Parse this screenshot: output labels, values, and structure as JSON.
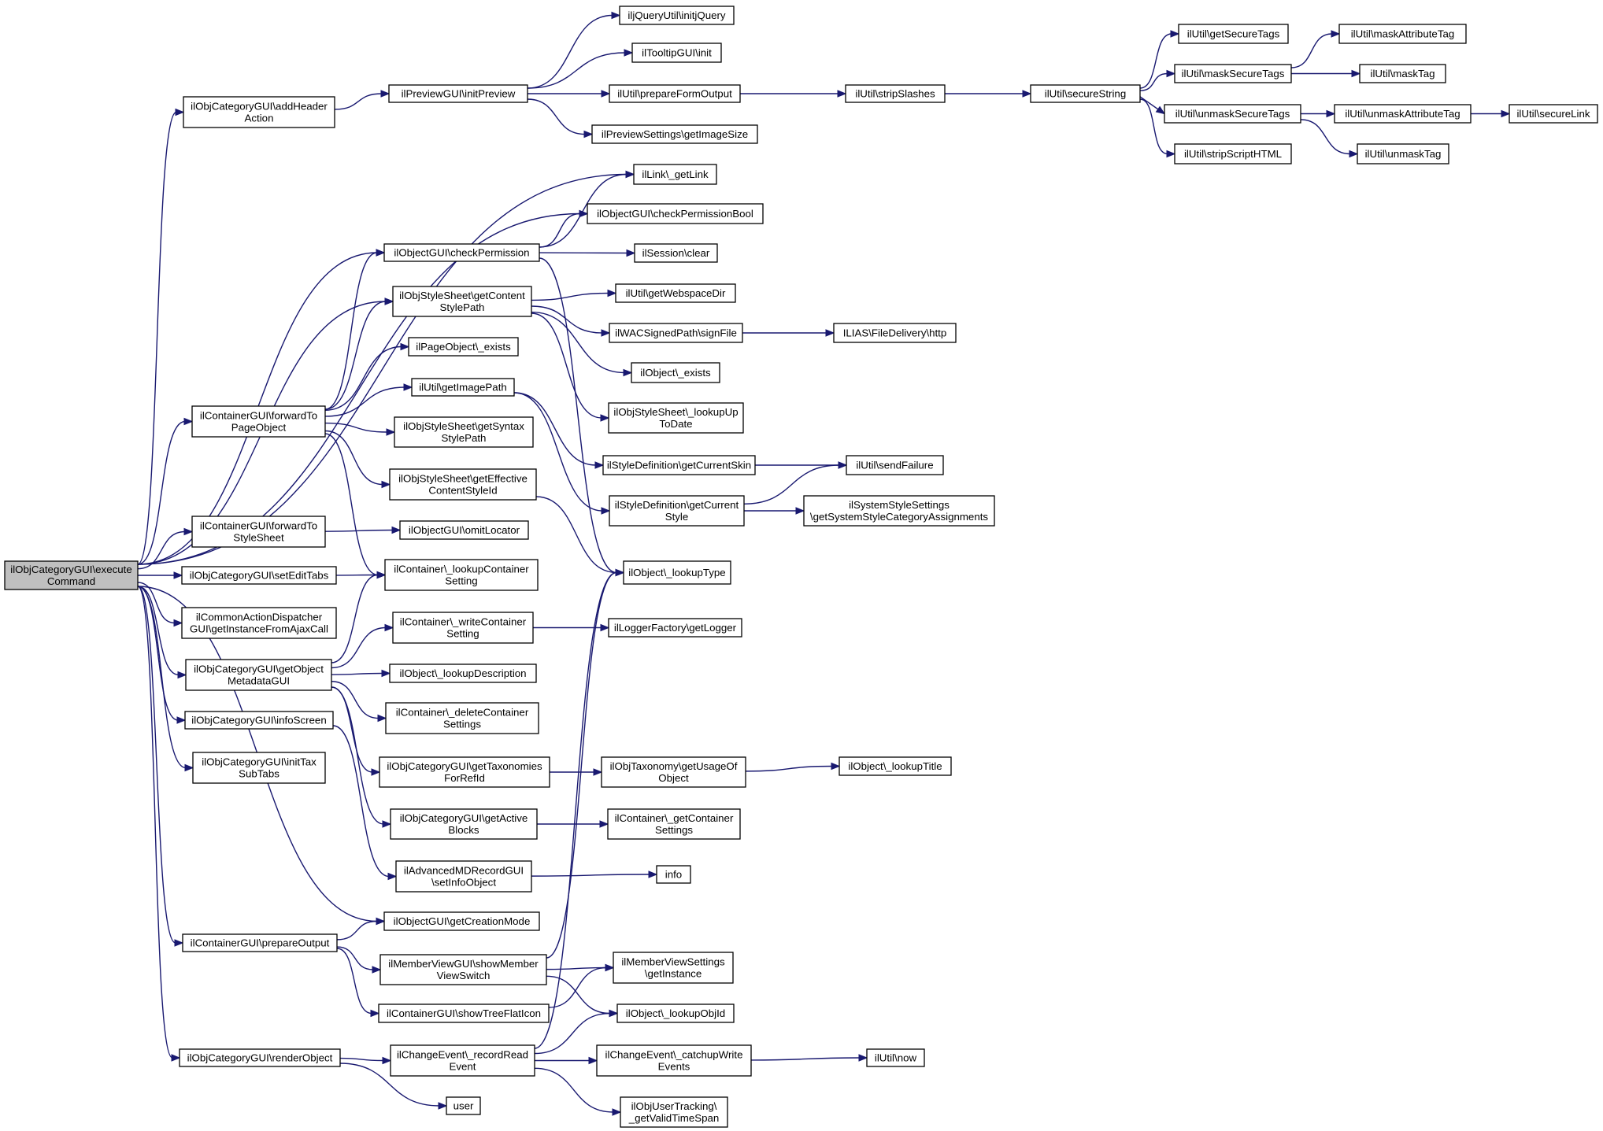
{
  "nodes": [
    {
      "id": "root",
      "lines": [
        "ilObjCategoryGUI\\execute",
        "Command"
      ],
      "root": true
    },
    {
      "id": "addHeaderAction",
      "lines": [
        "ilObjCategoryGUI\\addHeader",
        "Action"
      ]
    },
    {
      "id": "fwdPage",
      "lines": [
        "ilContainerGUI\\forwardTo",
        "PageObject"
      ]
    },
    {
      "id": "fwdStyle",
      "lines": [
        "ilContainerGUI\\forwardTo",
        "StyleSheet"
      ]
    },
    {
      "id": "setEditTabs",
      "lines": [
        "ilObjCategoryGUI\\setEditTabs"
      ]
    },
    {
      "id": "commonAction",
      "lines": [
        "ilCommonActionDispatcher",
        "GUI\\getInstanceFromAjaxCall"
      ]
    },
    {
      "id": "getObjMeta",
      "lines": [
        "ilObjCategoryGUI\\getObject",
        "MetadataGUI"
      ]
    },
    {
      "id": "infoScreen",
      "lines": [
        "ilObjCategoryGUI\\infoScreen"
      ]
    },
    {
      "id": "initTax",
      "lines": [
        "ilObjCategoryGUI\\initTax",
        "SubTabs"
      ]
    },
    {
      "id": "prepareOutput",
      "lines": [
        "ilContainerGUI\\prepareOutput"
      ]
    },
    {
      "id": "renderObject",
      "lines": [
        "ilObjCategoryGUI\\renderObject"
      ]
    },
    {
      "id": "initPreview",
      "lines": [
        "ilPreviewGUI\\initPreview"
      ]
    },
    {
      "id": "checkPermission",
      "lines": [
        "ilObjectGUI\\checkPermission"
      ]
    },
    {
      "id": "getContentStylePath",
      "lines": [
        "ilObjStyleSheet\\getContent",
        "StylePath"
      ]
    },
    {
      "id": "pageExists",
      "lines": [
        "ilPageObject\\_exists"
      ]
    },
    {
      "id": "getImagePath",
      "lines": [
        "ilUtil\\getImagePath"
      ]
    },
    {
      "id": "getSyntax",
      "lines": [
        "ilObjStyleSheet\\getSyntax",
        "StylePath"
      ]
    },
    {
      "id": "getEffective",
      "lines": [
        "ilObjStyleSheet\\getEffective",
        "ContentStyleId"
      ]
    },
    {
      "id": "omitLocator",
      "lines": [
        "ilObjectGUI\\omitLocator"
      ]
    },
    {
      "id": "lookupContainerSetting",
      "lines": [
        "ilContainer\\_lookupContainer",
        "Setting"
      ]
    },
    {
      "id": "writeContainerSetting",
      "lines": [
        "ilContainer\\_writeContainer",
        "Setting"
      ]
    },
    {
      "id": "lookupDescription",
      "lines": [
        "ilObject\\_lookupDescription"
      ]
    },
    {
      "id": "deleteContainerSettings",
      "lines": [
        "ilContainer\\_deleteContainer",
        "Settings"
      ]
    },
    {
      "id": "getTaxonomies",
      "lines": [
        "ilObjCategoryGUI\\getTaxonomies",
        "ForRefId"
      ]
    },
    {
      "id": "getActiveBlocks",
      "lines": [
        "ilObjCategoryGUI\\getActive",
        "Blocks"
      ]
    },
    {
      "id": "advMD",
      "lines": [
        "ilAdvancedMDRecordGUI",
        "\\setInfoObject"
      ]
    },
    {
      "id": "getCreationMode",
      "lines": [
        "ilObjectGUI\\getCreationMode"
      ]
    },
    {
      "id": "showMemberView",
      "lines": [
        "ilMemberViewGUI\\showMember",
        "ViewSwitch"
      ]
    },
    {
      "id": "showTreeFlat",
      "lines": [
        "ilContainerGUI\\showTreeFlatIcon"
      ]
    },
    {
      "id": "recordRead",
      "lines": [
        "ilChangeEvent\\_recordRead",
        "Event"
      ]
    },
    {
      "id": "user",
      "lines": [
        "user"
      ]
    },
    {
      "id": "initjQuery",
      "lines": [
        "iljQueryUtil\\initjQuery"
      ]
    },
    {
      "id": "tooltipInit",
      "lines": [
        "ilTooltipGUI\\init"
      ]
    },
    {
      "id": "prepareFormOutput",
      "lines": [
        "ilUtil\\prepareFormOutput"
      ]
    },
    {
      "id": "getImageSize",
      "lines": [
        "ilPreviewSettings\\getImageSize"
      ]
    },
    {
      "id": "getLink",
      "lines": [
        "ilLink\\_getLink"
      ]
    },
    {
      "id": "checkPermissionBool",
      "lines": [
        "ilObjectGUI\\checkPermissionBool"
      ]
    },
    {
      "id": "sessionClear",
      "lines": [
        "ilSession\\clear"
      ]
    },
    {
      "id": "getWebspaceDir",
      "lines": [
        "ilUtil\\getWebspaceDir"
      ]
    },
    {
      "id": "signFile",
      "lines": [
        "ilWACSignedPath\\signFile"
      ]
    },
    {
      "id": "objectExists",
      "lines": [
        "ilObject\\_exists"
      ]
    },
    {
      "id": "lookupUpToDate",
      "lines": [
        "ilObjStyleSheet\\_lookupUp",
        "ToDate"
      ]
    },
    {
      "id": "getCurrentSkin",
      "lines": [
        "ilStyleDefinition\\getCurrentSkin"
      ]
    },
    {
      "id": "getCurrentStyle",
      "lines": [
        "ilStyleDefinition\\getCurrent",
        "Style"
      ]
    },
    {
      "id": "lookupType",
      "lines": [
        "ilObject\\_lookupType"
      ]
    },
    {
      "id": "getLogger",
      "lines": [
        "ilLoggerFactory\\getLogger"
      ]
    },
    {
      "id": "getUsageOf",
      "lines": [
        "ilObjTaxonomy\\getUsageOf",
        "Object"
      ]
    },
    {
      "id": "getContainerSettings",
      "lines": [
        "ilContainer\\_getContainer",
        "Settings"
      ]
    },
    {
      "id": "info",
      "lines": [
        "info"
      ]
    },
    {
      "id": "mvsGetInstance",
      "lines": [
        "ilMemberViewSettings",
        "\\getInstance"
      ]
    },
    {
      "id": "lookupObjId",
      "lines": [
        "ilObject\\_lookupObjId"
      ]
    },
    {
      "id": "catchupWrite",
      "lines": [
        "ilChangeEvent\\_catchupWrite",
        "Events"
      ]
    },
    {
      "id": "validTimeSpan",
      "lines": [
        "ilObjUserTracking\\",
        "_getValidTimeSpan"
      ]
    },
    {
      "id": "stripSlashes",
      "lines": [
        "ilUtil\\stripSlashes"
      ]
    },
    {
      "id": "httpDelivery",
      "lines": [
        "ILIAS\\FileDelivery\\http"
      ]
    },
    {
      "id": "sendFailure",
      "lines": [
        "ilUtil\\sendFailure"
      ]
    },
    {
      "id": "sysStyleSettings",
      "lines": [
        "ilSystemStyleSettings",
        "\\getSystemStyleCategoryAssignments"
      ]
    },
    {
      "id": "lookupTitle",
      "lines": [
        "ilObject\\_lookupTitle"
      ]
    },
    {
      "id": "utilNow",
      "lines": [
        "ilUtil\\now"
      ]
    },
    {
      "id": "secureString",
      "lines": [
        "ilUtil\\secureString"
      ]
    },
    {
      "id": "getSecureTags",
      "lines": [
        "ilUtil\\getSecureTags"
      ]
    },
    {
      "id": "maskSecureTags",
      "lines": [
        "ilUtil\\maskSecureTags"
      ]
    },
    {
      "id": "unmaskSecureTags",
      "lines": [
        "ilUtil\\unmaskSecureTags"
      ]
    },
    {
      "id": "stripScriptHTML",
      "lines": [
        "ilUtil\\stripScriptHTML"
      ]
    },
    {
      "id": "maskAttributeTag",
      "lines": [
        "ilUtil\\maskAttributeTag"
      ]
    },
    {
      "id": "maskTag",
      "lines": [
        "ilUtil\\maskTag"
      ]
    },
    {
      "id": "unmaskAttributeTag",
      "lines": [
        "ilUtil\\unmaskAttributeTag"
      ]
    },
    {
      "id": "unmaskTag",
      "lines": [
        "ilUtil\\unmaskTag"
      ]
    },
    {
      "id": "secureLink",
      "lines": [
        "ilUtil\\secureLink"
      ]
    }
  ],
  "edges": [
    [
      "root",
      "addHeaderAction"
    ],
    [
      "root",
      "getLink"
    ],
    [
      "root",
      "checkPermissionBool"
    ],
    [
      "root",
      "checkPermission"
    ],
    [
      "root",
      "getContentStylePath"
    ],
    [
      "root",
      "fwdPage"
    ],
    [
      "root",
      "fwdStyle"
    ],
    [
      "root",
      "setEditTabs"
    ],
    [
      "root",
      "commonAction"
    ],
    [
      "root",
      "getObjMeta"
    ],
    [
      "root",
      "infoScreen"
    ],
    [
      "root",
      "initTax"
    ],
    [
      "root",
      "getCreationMode"
    ],
    [
      "root",
      "prepareOutput"
    ],
    [
      "root",
      "renderObject"
    ],
    [
      "addHeaderAction",
      "initPreview"
    ],
    [
      "initPreview",
      "initjQuery"
    ],
    [
      "initPreview",
      "tooltipInit"
    ],
    [
      "initPreview",
      "prepareFormOutput"
    ],
    [
      "initPreview",
      "getImageSize"
    ],
    [
      "prepareFormOutput",
      "stripSlashes"
    ],
    [
      "stripSlashes",
      "secureString"
    ],
    [
      "secureString",
      "getSecureTags"
    ],
    [
      "secureString",
      "maskSecureTags"
    ],
    [
      "secureString",
      "unmaskSecureTags"
    ],
    [
      "secureString",
      "stripScriptHTML"
    ],
    [
      "maskSecureTags",
      "maskAttributeTag"
    ],
    [
      "maskSecureTags",
      "maskTag"
    ],
    [
      "unmaskSecureTags",
      "unmaskAttributeTag"
    ],
    [
      "unmaskSecureTags",
      "unmaskTag"
    ],
    [
      "unmaskAttributeTag",
      "secureLink"
    ],
    [
      "checkPermission",
      "getLink"
    ],
    [
      "checkPermission",
      "checkPermissionBool"
    ],
    [
      "checkPermission",
      "sessionClear"
    ],
    [
      "checkPermission",
      "lookupType"
    ],
    [
      "fwdPage",
      "checkPermission"
    ],
    [
      "fwdPage",
      "getContentStylePath"
    ],
    [
      "fwdPage",
      "pageExists"
    ],
    [
      "fwdPage",
      "getImagePath"
    ],
    [
      "fwdPage",
      "getSyntax"
    ],
    [
      "fwdPage",
      "getEffective"
    ],
    [
      "fwdPage",
      "lookupContainerSetting"
    ],
    [
      "getContentStylePath",
      "getWebspaceDir"
    ],
    [
      "getContentStylePath",
      "signFile"
    ],
    [
      "getContentStylePath",
      "objectExists"
    ],
    [
      "getContentStylePath",
      "lookupUpToDate"
    ],
    [
      "signFile",
      "httpDelivery"
    ],
    [
      "getImagePath",
      "getCurrentSkin"
    ],
    [
      "getImagePath",
      "getCurrentStyle"
    ],
    [
      "getCurrentSkin",
      "sendFailure"
    ],
    [
      "getCurrentStyle",
      "sendFailure"
    ],
    [
      "getCurrentStyle",
      "sysStyleSettings"
    ],
    [
      "getEffective",
      "lookupType"
    ],
    [
      "fwdStyle",
      "omitLocator"
    ],
    [
      "setEditTabs",
      "lookupContainerSetting"
    ],
    [
      "getObjMeta",
      "lookupContainerSetting"
    ],
    [
      "getObjMeta",
      "writeContainerSetting"
    ],
    [
      "getObjMeta",
      "lookupDescription"
    ],
    [
      "getObjMeta",
      "deleteContainerSettings"
    ],
    [
      "getObjMeta",
      "getTaxonomies"
    ],
    [
      "getObjMeta",
      "getActiveBlocks"
    ],
    [
      "writeContainerSetting",
      "getLogger"
    ],
    [
      "getTaxonomies",
      "getUsageOf"
    ],
    [
      "getUsageOf",
      "lookupTitle"
    ],
    [
      "getActiveBlocks",
      "getContainerSettings"
    ],
    [
      "infoScreen",
      "advMD"
    ],
    [
      "advMD",
      "info"
    ],
    [
      "prepareOutput",
      "getCreationMode"
    ],
    [
      "prepareOutput",
      "showMemberView"
    ],
    [
      "prepareOutput",
      "showTreeFlat"
    ],
    [
      "showMemberView",
      "lookupType"
    ],
    [
      "showMemberView",
      "mvsGetInstance"
    ],
    [
      "showMemberView",
      "lookupObjId"
    ],
    [
      "showTreeFlat",
      "mvsGetInstance"
    ],
    [
      "renderObject",
      "recordRead"
    ],
    [
      "renderObject",
      "user"
    ],
    [
      "recordRead",
      "lookupType"
    ],
    [
      "recordRead",
      "lookupObjId"
    ],
    [
      "recordRead",
      "catchupWrite"
    ],
    [
      "recordRead",
      "validTimeSpan"
    ],
    [
      "catchupWrite",
      "utilNow"
    ]
  ]
}
